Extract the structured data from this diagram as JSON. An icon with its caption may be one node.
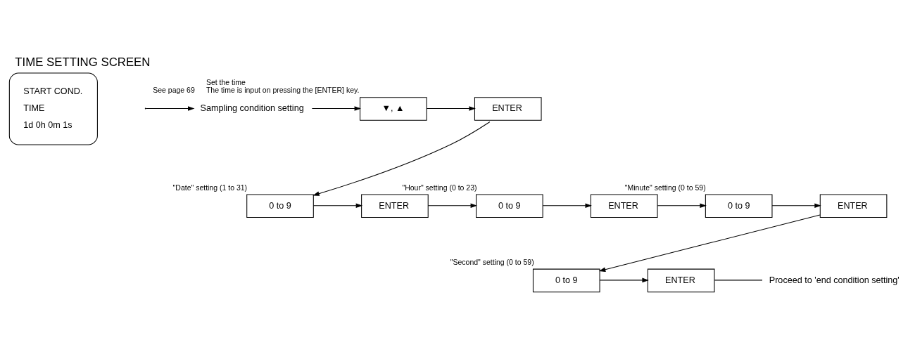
{
  "diagram": {
    "title": "TIME SETTING SCREEN",
    "nodes": [
      {
        "text": [
          "START COND.",
          "TIME",
          "1d 0h 0m 1s"
        ]
      },
      {
        "text": [
          "Sampling condition setting"
        ],
        "beside": [
          "See page 69"
        ]
      },
      {
        "text": [
          "▼, ▲"
        ],
        "beside": [
          "Set the time",
          "The time is input on pressing the [ENTER] key."
        ]
      },
      {
        "text": [
          "ENTER"
        ]
      },
      {
        "text": [
          "0 to 9"
        ],
        "beside": [
          "\"Date\" setting (1 to 31)"
        ]
      },
      {
        "text": [
          "ENTER"
        ]
      },
      {
        "text": [
          "0 to 9"
        ],
        "beside": [
          "\"Hour\" setting (0 to 23)"
        ]
      },
      {
        "text": [
          "ENTER"
        ]
      },
      {
        "text": [
          "0 to 9"
        ],
        "beside": [
          "\"Minute\" setting (0 to 59)"
        ]
      },
      {
        "text": [
          "ENTER"
        ]
      },
      {
        "text": [
          "0 to 9"
        ],
        "beside": [
          "\"Second\" setting (0 to 59)"
        ]
      },
      {
        "text": [
          "ENTER"
        ]
      },
      {
        "text": [
          "Proceed to 'end condition setting'"
        ]
      }
    ],
    "edges": [
      {
        "from": null,
        "to": 1,
        "arrow": "to"
      },
      {
        "from": 1,
        "to": 2,
        "arrow": "to"
      },
      {
        "from": 2,
        "to": 3,
        "arrow": "to"
      },
      {
        "from": 3,
        "to": 4,
        "arrow": "to"
      },
      {
        "from": 4,
        "to": 5,
        "arrow": "to"
      },
      {
        "from": 5,
        "to": 6,
        "arrow": "to"
      },
      {
        "from": 6,
        "to": 7,
        "arrow": "to"
      },
      {
        "from": 7,
        "to": 8,
        "arrow": "to"
      },
      {
        "from": 8,
        "to": 9,
        "arrow": "to"
      },
      {
        "from": 9,
        "to": 10,
        "arrow": "to"
      },
      {
        "from": 10,
        "to": 11,
        "arrow": "to"
      },
      {
        "from": 11,
        "to": 12,
        "arrow": "none"
      }
    ]
  }
}
